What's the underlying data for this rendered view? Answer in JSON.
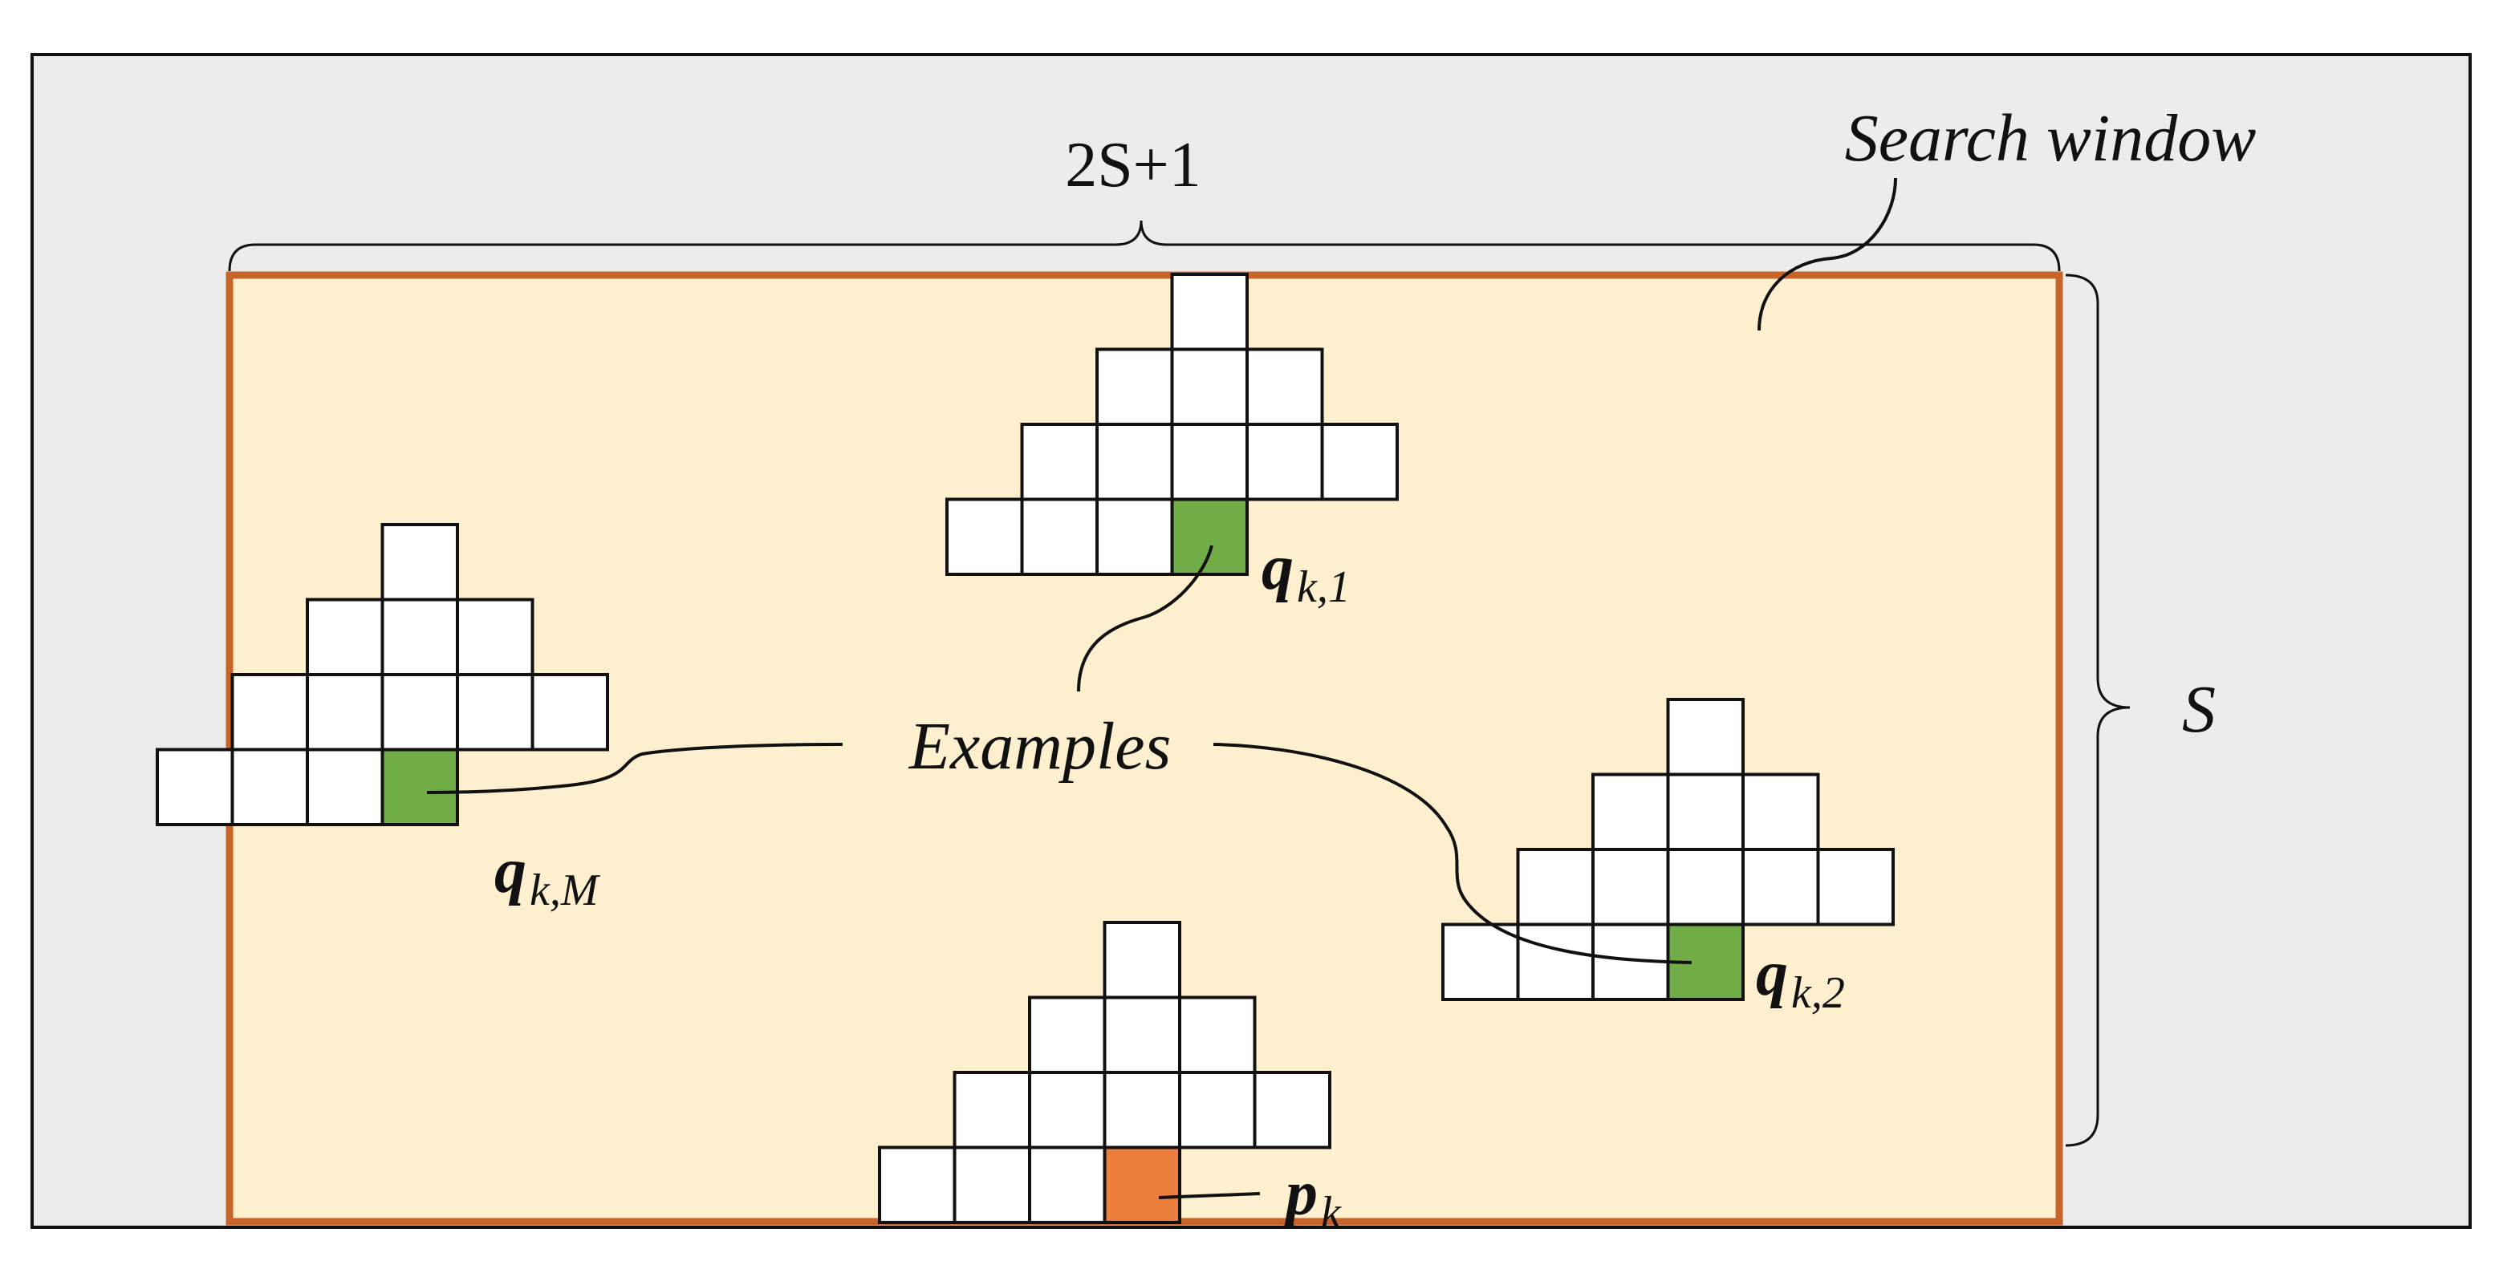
{
  "labels": {
    "search_window": "Search window",
    "width_label": "2S+1",
    "height_label": "S",
    "examples": "Examples"
  },
  "pixels": {
    "q1": {
      "base": "q",
      "sub": "k,1"
    },
    "q2": {
      "base": "q",
      "sub": "k,2"
    },
    "qM": {
      "base": "q",
      "sub": "k,M"
    },
    "p": {
      "base": "p",
      "sub": "k"
    }
  },
  "colors": {
    "outer_background": "#ececec",
    "search_window_fill": "#fef0cf",
    "search_window_border": "#c8632a",
    "example_pixel": "#70ad47",
    "target_pixel": "#ed7d3b",
    "patch_cell": "#ffffff"
  }
}
